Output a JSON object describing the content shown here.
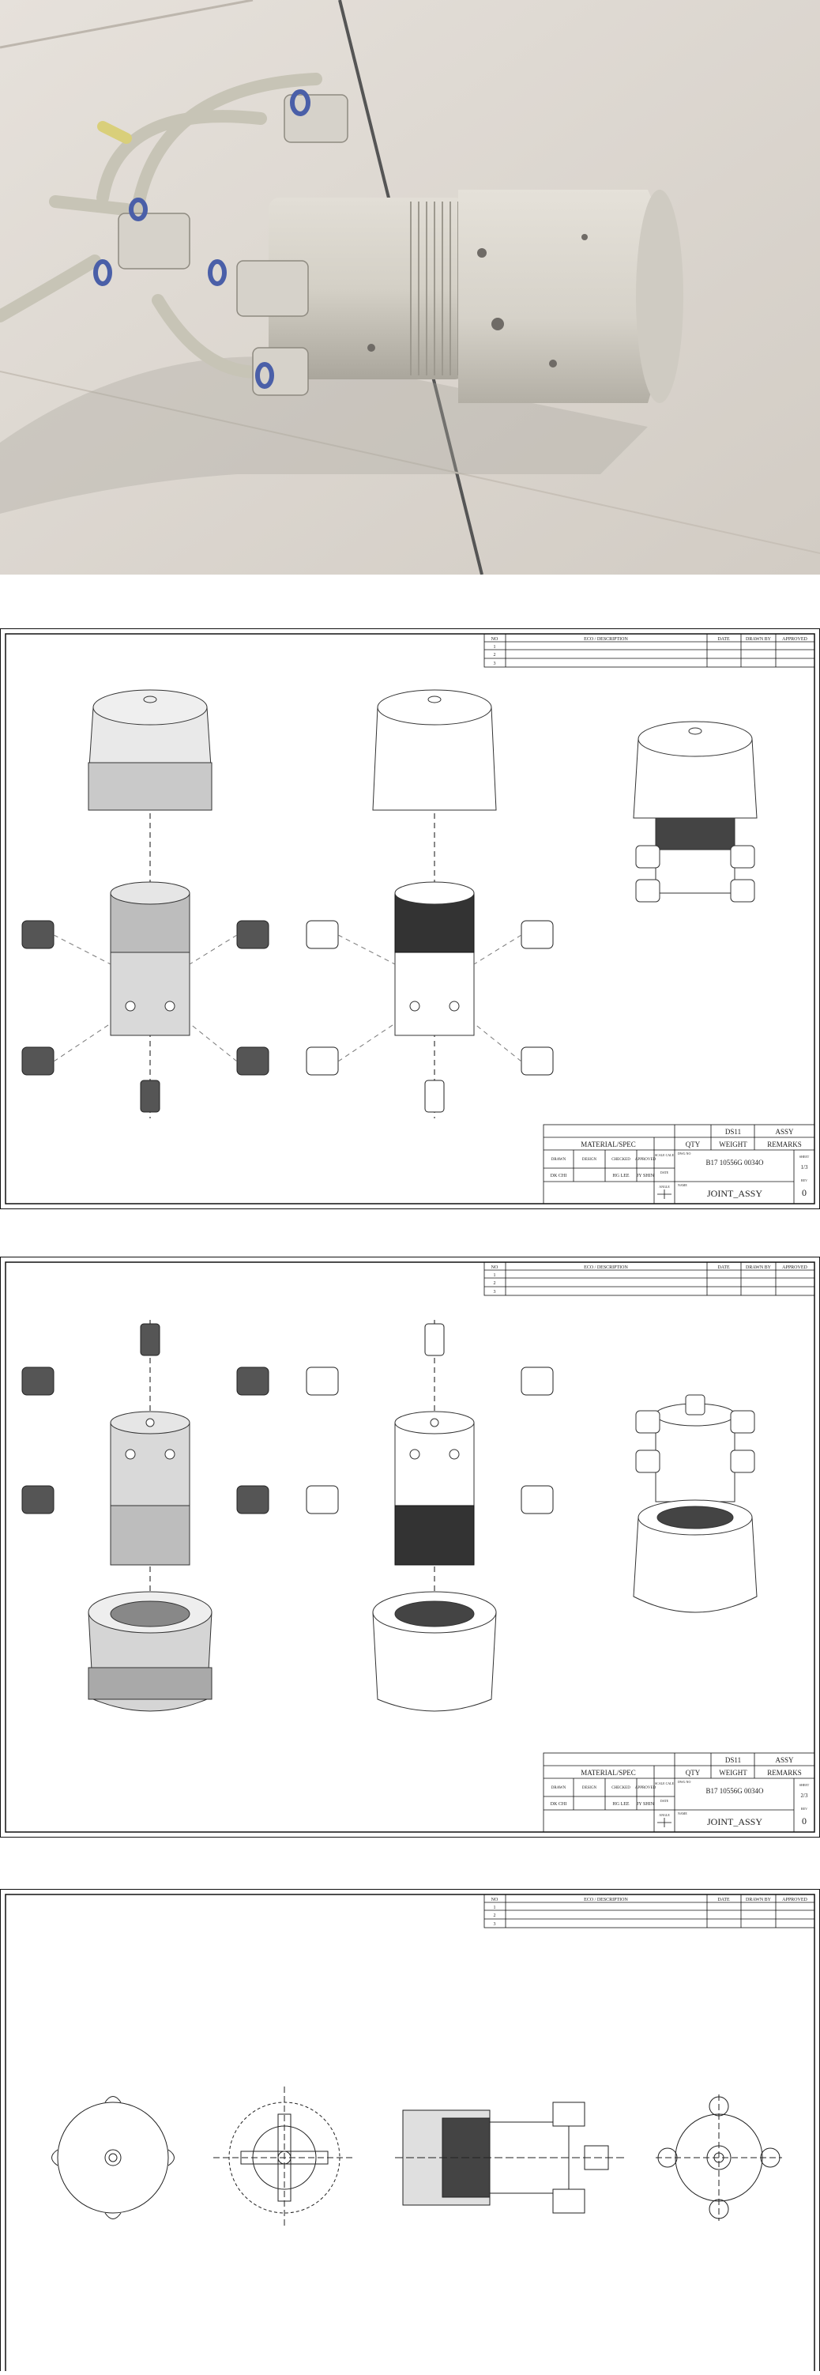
{
  "photo": {
    "floor_color": "#dcd6cf",
    "part_color": "#d8d4cc",
    "hose_color": "#c9c6b8",
    "ring_color": "#4a5fa8"
  },
  "revision_table": {
    "headers": [
      "NO",
      "ECO / DESCRIPTION",
      "DATE",
      "DRAWN BY",
      "APPROVED"
    ],
    "rows": [
      "1",
      "2",
      "3"
    ]
  },
  "title_block": {
    "top": [
      "DS11",
      "ASSY"
    ],
    "labels": {
      "material": "MATERIAL/SPEC",
      "qty": "QTY",
      "weight": "WEIGHT",
      "remarks": "REMARKS"
    },
    "roles": [
      "DRAWN",
      "DESIGN",
      "CHECKED",
      "APPROVED"
    ],
    "names": [
      "DK CHI",
      "",
      "HG LEE",
      "JY SHIN"
    ],
    "scale_label": "SCALE\nCALE",
    "date_label": "DATE",
    "angle_label": "ANGLE",
    "drawing_no": "B17 10556G 0034O",
    "name_label": "NAME",
    "name": "JOINT_ASSY",
    "sheets": [
      "1/3",
      "2/3"
    ],
    "rev_label": "REV",
    "rev": "0",
    "sheet_label": "SHEET",
    "drawno_label": "DWG NO"
  }
}
